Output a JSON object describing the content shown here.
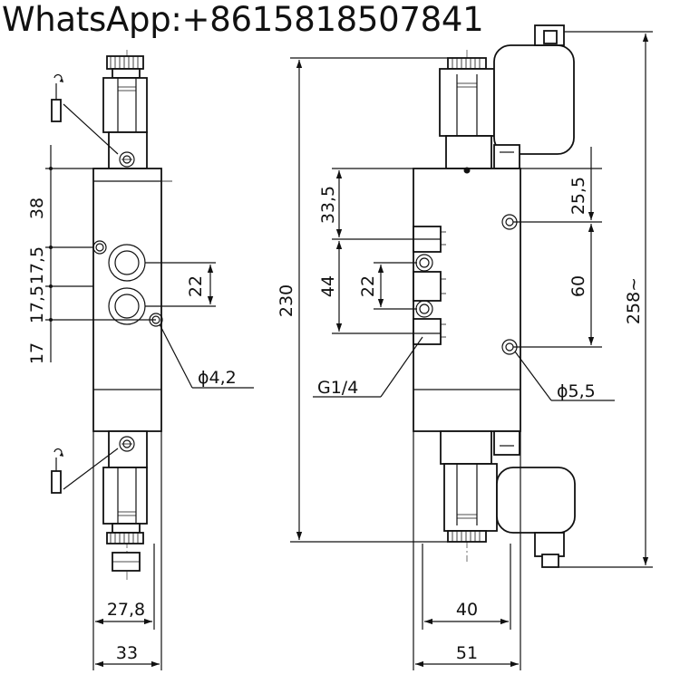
{
  "watermark": "WhatsApp:+8615818507841",
  "dimensions": {
    "left_view": {
      "d38": "38",
      "d17_5": "17,5",
      "d17_5b": "17,5",
      "d17": "17",
      "d22": "22",
      "hole": "ϕ4,2",
      "w27_8": "27,8",
      "w33": "33"
    },
    "right_view": {
      "d33_5": "33,5",
      "d44": "44",
      "d22": "22",
      "d230": "230",
      "port": "G1/4",
      "d25_5": "25,5",
      "d60": "60",
      "d258": "258~",
      "hole": "ϕ5,5",
      "w40": "40",
      "w51": "51"
    }
  },
  "icons": [
    "manual-override-icon"
  ]
}
